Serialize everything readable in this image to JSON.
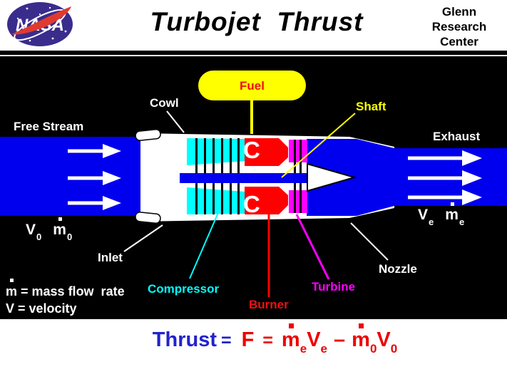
{
  "header": {
    "logo_text": "NASA",
    "title": "Turbojet  Thrust",
    "org": [
      "Glenn",
      "Research",
      "Center"
    ]
  },
  "diagram": {
    "labels": {
      "fuel": "Fuel",
      "cowl": "Cowl",
      "shaft": "Shaft",
      "free_stream": "Free Stream",
      "exhaust": "Exhaust",
      "inlet": "Inlet",
      "nozzle": "Nozzle",
      "compressor": "Compressor",
      "turbine": "Turbine",
      "burner": "Burner"
    },
    "flame_holder": "C",
    "station_inlet": {
      "v": "V",
      "v_sub": "0",
      "mdot": "m",
      "m_sub": "0"
    },
    "station_exit": {
      "v": "V",
      "v_sub": "e",
      "mdot": "m",
      "m_sub": "e"
    },
    "legend": {
      "mdot": "m",
      "m_rest": " = mass flow  rate",
      "v_line": "V = velocity"
    },
    "palette": {
      "flow_blue": "#0000ee",
      "compressor_cyan": "#00ffff",
      "burner_red": "#ff0000",
      "turbine_magenta": "#ff00ff",
      "fuel_yellow": "#ffff00",
      "nasa_blue": "#3a2c8c",
      "nasa_red": "#e03a2f",
      "equation_blue": "#2222cc",
      "equation_red": "#ee0000"
    }
  },
  "equation": {
    "thrust": "Thrust",
    "eq1": "=",
    "force": "F",
    "eq2": "=",
    "m1": "m",
    "m1_sub": "e",
    "v1": "V",
    "v1_sub": "e",
    "minus": "–",
    "m2": "m",
    "m2_sub": "0",
    "v2": "V",
    "v2_sub": "0"
  }
}
